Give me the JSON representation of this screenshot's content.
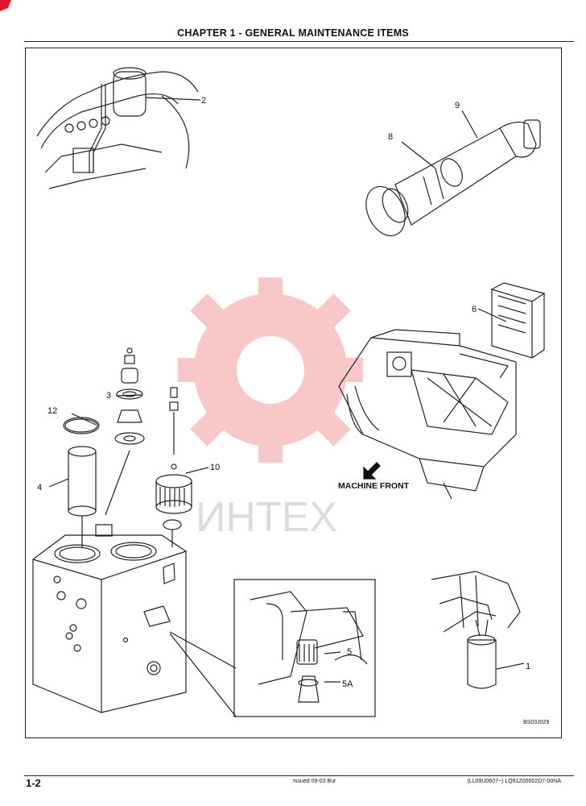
{
  "header": {
    "title": "CHAPTER 1 - GENERAL MAINTENANCE ITEMS"
  },
  "figure": {
    "callouts": {
      "c1": "1",
      "c2": "2",
      "c3": "3",
      "c4": "4",
      "c5": "5",
      "c5a": "5A",
      "c6": "6",
      "c8": "8",
      "c9": "9",
      "c10": "10",
      "c12": "12"
    },
    "machine_front": "MACHINE FRONT",
    "figure_code": "BS03J029",
    "watermark_text": "ИНТЕХ"
  },
  "footer": {
    "page_number": "1-2",
    "issue": "Issued 09-03   Bur",
    "doc_code": "(LL09U0607~)    LQ91Z00002D7-00NA"
  },
  "colors": {
    "ink": "#222222",
    "watermark": "#f6b6b6",
    "corner": "#e0182d"
  },
  "icons": [
    "corner-mark-icon",
    "arrow-machine-front-icon",
    "watermark-gear-icon"
  ]
}
